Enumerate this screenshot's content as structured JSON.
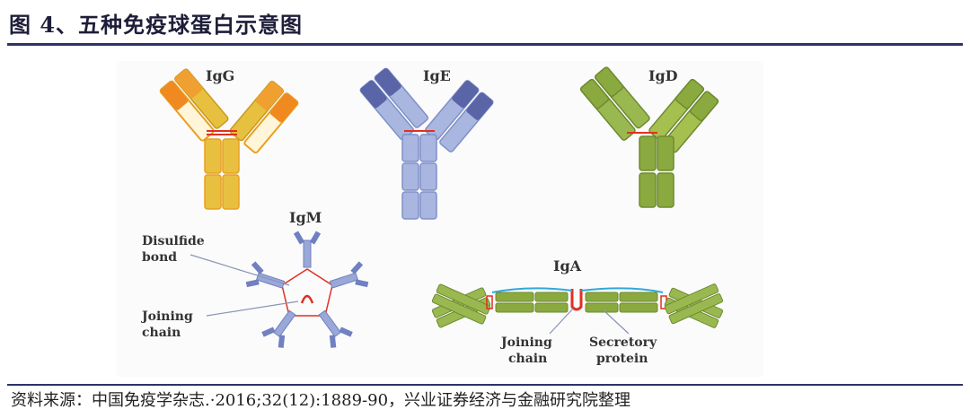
{
  "header": {
    "title": "图 4、五种免疫球蛋白示意图"
  },
  "diagram": {
    "antibodies": {
      "igg": "IgG",
      "ige": "IgE",
      "igd": "IgD",
      "igm": "IgM",
      "iga": "IgA"
    },
    "labels": {
      "disulfide_line1": "Disulfide",
      "disulfide_line2": "bond",
      "igm_joining_line1": "Joining",
      "igm_joining_line2": "chain",
      "iga_joining_line1": "Joining",
      "iga_joining_line2": "chain",
      "secretory_line1": "Secretory",
      "secretory_line2": "protein"
    },
    "colors": {
      "igg": "#f0a020",
      "ige": "#8fa0d8",
      "igd": "#8aa83a",
      "igm": "#9aa8d8",
      "iga": "#8fb04a",
      "disulfide": "#e03020"
    }
  },
  "footer": {
    "source": "资料来源：中国免疫学杂志.·2016;32(12):1889-90，兴业证券经济与金融研究院整理"
  }
}
